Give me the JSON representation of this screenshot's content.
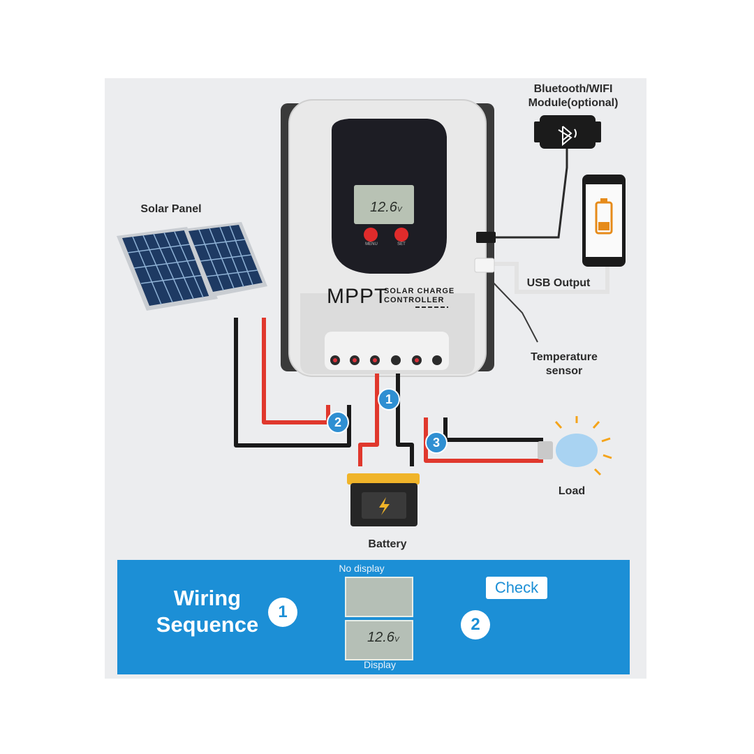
{
  "labels": {
    "bluetooth": "Bluetooth/WIFI Module(optional)",
    "solar_panel": "Solar Panel",
    "usb_output": "USB Output",
    "temp_sensor": "Temperature sensor",
    "load": "Load",
    "battery": "Battery"
  },
  "controller": {
    "brand": "MPPT",
    "subtitle_line1": "SOLAR CHARGE",
    "subtitle_line2": "CONTROLLER",
    "lcd_value": "12.6",
    "lcd_unit": "V",
    "button_left": "MENU",
    "button_right": "SET"
  },
  "markers": {
    "m1": "1",
    "m2": "2",
    "m3": "3"
  },
  "sequence": {
    "title_line1": "Wiring",
    "title_line2": "Sequence",
    "step1": "1",
    "step2": "2",
    "no_display": "No display",
    "display": "Display",
    "check": "Check",
    "lcd_value": "12.6",
    "lcd_unit": "V"
  },
  "colors": {
    "background": "#ecedef",
    "banner": "#1c8fd6",
    "wire_red": "#e0382d",
    "wire_black": "#1a1a1a",
    "marker": "#2f8fd2"
  }
}
